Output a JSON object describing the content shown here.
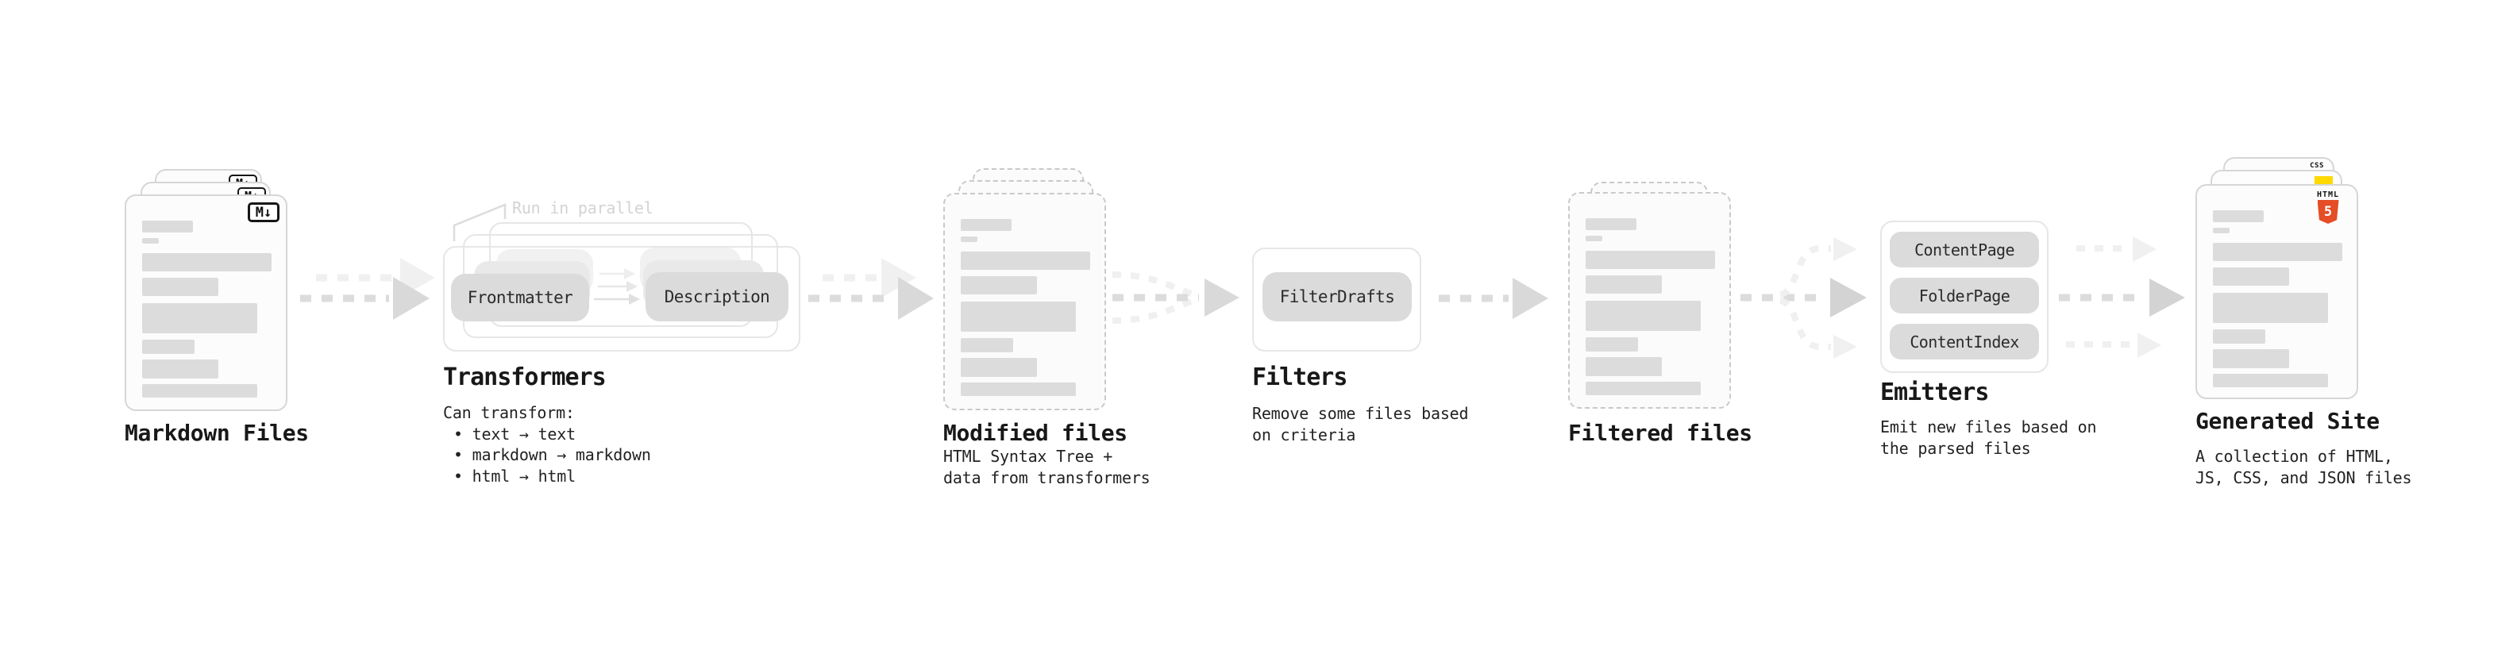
{
  "stages": {
    "markdown_files": {
      "label": "Markdown Files",
      "badge": "M↓"
    },
    "transformers": {
      "heading": "Transformers",
      "note": "Run in parallel",
      "pills": [
        "Frontmatter",
        "Description"
      ],
      "caption_lines": [
        "Can transform:",
        "• text → text",
        "• markdown → markdown",
        "• html → html"
      ]
    },
    "modified_files": {
      "label": "Modified files",
      "caption_lines": [
        "HTML Syntax Tree +",
        "data from transformers"
      ]
    },
    "filters": {
      "heading": "Filters",
      "pills": [
        "FilterDrafts"
      ],
      "caption_lines": [
        "Remove some files based",
        "on criteria"
      ]
    },
    "filtered_files": {
      "label": "Filtered files"
    },
    "emitters": {
      "heading": "Emitters",
      "pills": [
        "ContentPage",
        "FolderPage",
        "ContentIndex"
      ],
      "caption_lines": [
        "Emit new files based on",
        "the parsed files"
      ]
    },
    "generated_site": {
      "label": "Generated Site",
      "caption_lines": [
        "A collection of HTML,",
        "JS, CSS, and JSON files"
      ],
      "badges": {
        "html": "HTML",
        "html_number": "5",
        "css": "CSS"
      }
    }
  },
  "icons": {
    "markdown_icon": "M↓ boxed badge",
    "html5_icon": "orange HTML5 shield with white 5",
    "css_icon": "CSS wordmark over blue bar",
    "js_icon": "yellow square"
  },
  "colors": {
    "html5_orange": "#E44D26",
    "js_yellow": "#FFD900",
    "css_blue": "#2F6BF0",
    "pill_gray": "#DBDBDB",
    "arrow_dark": "#DCDCDC",
    "arrow_light": "#F0F0F0",
    "doc_border": "#D6D6D6",
    "text_dark": "#181818",
    "note_gray": "#D3D3D3"
  }
}
